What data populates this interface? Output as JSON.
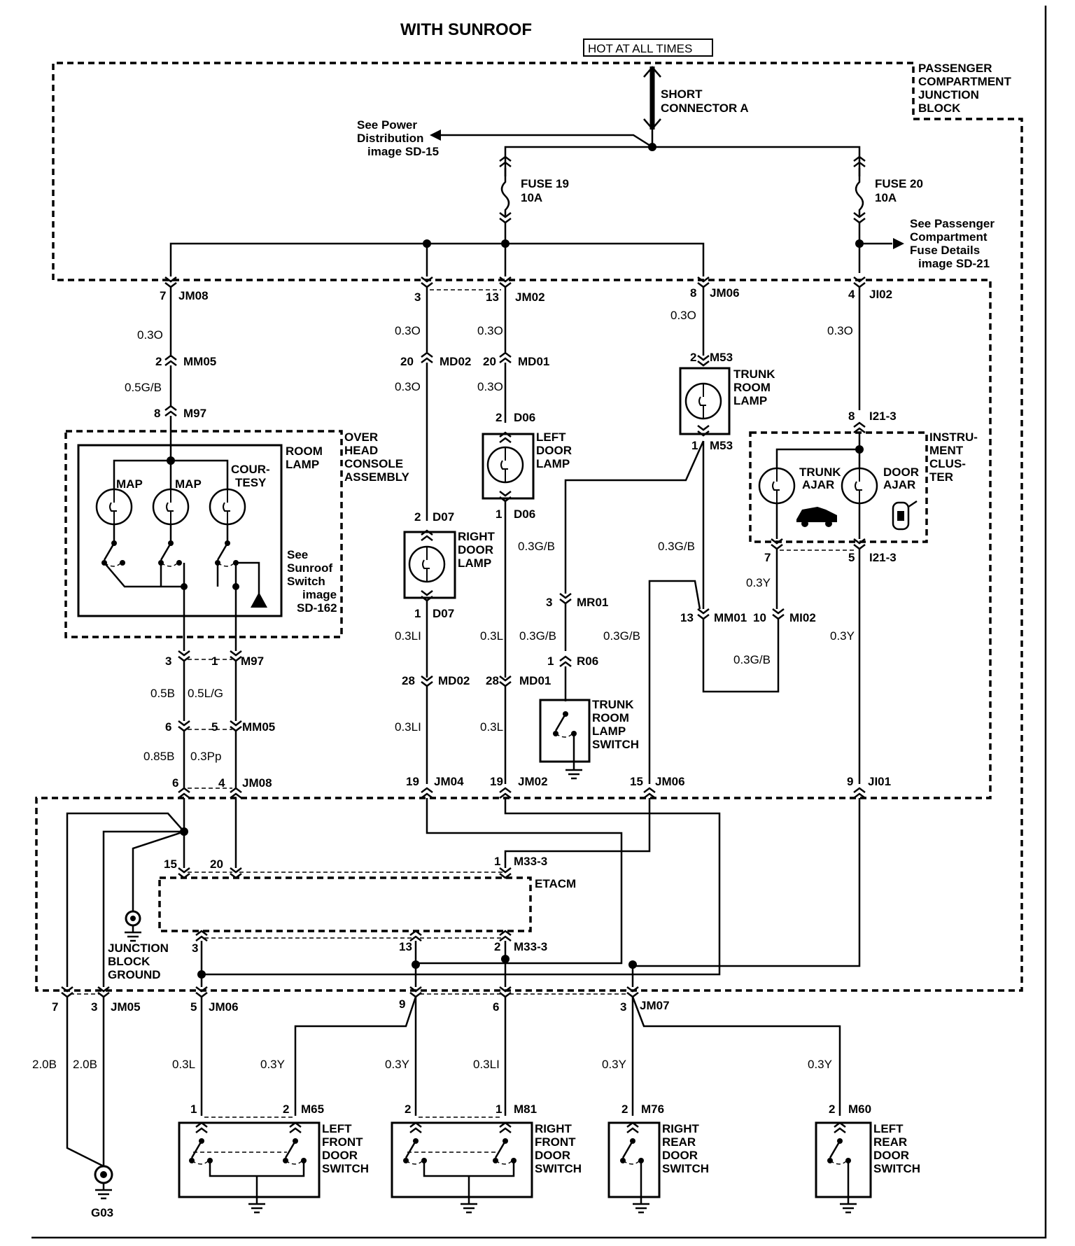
{
  "title": "WITH SUNROOF",
  "power_label": "HOT AT ALL TIMES",
  "junction_block": {
    "line1": "PASSENGER",
    "line2": "COMPARTMENT",
    "line3": "JUNCTION",
    "line4": "BLOCK"
  },
  "short_connector": {
    "line1": "SHORT",
    "line2": "CONNECTOR A"
  },
  "see_power": {
    "line1": "See Power",
    "line2": "Distribution",
    "line3": "image SD-15"
  },
  "fuse19": {
    "name": "FUSE 19",
    "rating": "10A"
  },
  "fuse20": {
    "name": "FUSE 20",
    "rating": "10A"
  },
  "see_fuse": {
    "line1": "See Passenger",
    "line2": "Compartment",
    "line3": "Fuse Details",
    "line4": "image SD-21"
  },
  "connectors": {
    "c1": {
      "pin": "7",
      "name": "JM08"
    },
    "c2": {
      "pin": "3",
      "name": ""
    },
    "c3": {
      "pin": "13",
      "name": "JM02"
    },
    "c4": {
      "pin": "8",
      "name": "JM06"
    },
    "c5": {
      "pin": "4",
      "name": "JI02"
    },
    "c6": {
      "pin": "2",
      "name": "MM05"
    },
    "c7": {
      "pin": "8",
      "name": "M97"
    },
    "c8": {
      "pin": "20",
      "name": "MD02"
    },
    "c9": {
      "pin": "20",
      "name": "MD01"
    },
    "c10": {
      "pin": "2",
      "name": "M53"
    },
    "c11": {
      "pin": "1",
      "name": "M53"
    },
    "c12": {
      "pin": "8",
      "name": "I21-3"
    },
    "c13": {
      "pin": "2",
      "name": "D06"
    },
    "c14": {
      "pin": "1",
      "name": "D06"
    },
    "c15": {
      "pin": "2",
      "name": "D07"
    },
    "c16": {
      "pin": "1",
      "name": "D07"
    },
    "c17": {
      "pin": "7",
      "name": ""
    },
    "c18": {
      "pin": "5",
      "name": "I21-3"
    },
    "c19": {
      "pin": "3",
      "name": "MR01"
    },
    "c20": {
      "pin": "13",
      "name": "MM01"
    },
    "c21": {
      "pin": "10",
      "name": "MI02"
    },
    "c22": {
      "pin": "1",
      "name": "R06"
    },
    "c23": {
      "pin": "3",
      "name": ""
    },
    "c24": {
      "pin": "1",
      "name": "M97"
    },
    "c25": {
      "pin": "28",
      "name": "MD02"
    },
    "c26": {
      "pin": "28",
      "name": "MD01"
    },
    "c27": {
      "pin": "6",
      "name": ""
    },
    "c28": {
      "pin": "5",
      "name": "MM05"
    },
    "c29": {
      "pin": "6",
      "name": ""
    },
    "c30": {
      "pin": "4",
      "name": "JM08"
    },
    "c31": {
      "pin": "19",
      "name": "JM04"
    },
    "c32": {
      "pin": "19",
      "name": "JM02"
    },
    "c33": {
      "pin": "15",
      "name": "JM06"
    },
    "c34": {
      "pin": "9",
      "name": "JI01"
    },
    "c35": {
      "pin": "15",
      "name": ""
    },
    "c36": {
      "pin": "20",
      "name": ""
    },
    "c37": {
      "pin": "1",
      "name": "M33-3"
    },
    "c38": {
      "pin": "3",
      "name": ""
    },
    "c39": {
      "pin": "13",
      "name": ""
    },
    "c40": {
      "pin": "2",
      "name": "M33-3"
    },
    "c41": {
      "pin": "7",
      "name": ""
    },
    "c42": {
      "pin": "3",
      "name": "JM05"
    },
    "c43": {
      "pin": "5",
      "name": "JM06"
    },
    "c44": {
      "pin": "9",
      "name": ""
    },
    "c45": {
      "pin": "6",
      "name": ""
    },
    "c46": {
      "pin": "3",
      "name": "JM07"
    },
    "c47": {
      "pin": "1",
      "name": ""
    },
    "c48": {
      "pin": "2",
      "name": "M65"
    },
    "c49": {
      "pin": "2",
      "name": ""
    },
    "c50": {
      "pin": "1",
      "name": "M81"
    },
    "c51": {
      "pin": "2",
      "name": "M76"
    },
    "c52": {
      "pin": "2",
      "name": "M60"
    }
  },
  "wires": {
    "w1": "0.3O",
    "w2": "0.3O",
    "w3": "0.3O",
    "w4": "0.3O",
    "w5": "0.3O",
    "w6": "0.5G/B",
    "w7": "0.3O",
    "w8": "0.3O",
    "w9": "0.3G/B",
    "w10": "0.3G/B",
    "w11": "0.3Y",
    "w12": "0.3LI",
    "w13": "0.3L",
    "w14": "0.3G/B",
    "w15": "0.3G/B",
    "w16": "0.3G/B",
    "w17": "0.3Y",
    "w18": "0.5B",
    "w19": "0.5L/G",
    "w20": "0.3LI",
    "w21": "0.3L",
    "w22": "0.85B",
    "w23": "0.3Pp",
    "w24": "2.0B",
    "w25": "2.0B",
    "w26": "0.3L",
    "w27": "0.3Y",
    "w28": "0.3Y",
    "w29": "0.3LI",
    "w30": "0.3Y",
    "w31": "0.3Y"
  },
  "room_lamp": {
    "title1": "ROOM",
    "title2": "LAMP",
    "map1": "MAP",
    "map2": "MAP",
    "courtesy1": "COUR-",
    "courtesy2": "TESY"
  },
  "overhead": {
    "line1": "OVER",
    "line2": "HEAD",
    "line3": "CONSOLE",
    "line4": "ASSEMBLY"
  },
  "see_sunroof": {
    "line1": "See",
    "line2": "Sunroof",
    "line3": "Switch",
    "line4": "image",
    "line5": "SD-162"
  },
  "right_door_lamp": {
    "line1": "RIGHT",
    "line2": "DOOR",
    "line3": "LAMP"
  },
  "left_door_lamp": {
    "line1": "LEFT",
    "line2": "DOOR",
    "line3": "LAMP"
  },
  "trunk_room_lamp": {
    "line1": "TRUNK",
    "line2": "ROOM",
    "line3": "LAMP"
  },
  "instrument": {
    "line1": "INSTRU-",
    "line2": "MENT",
    "line3": "CLUS-",
    "line4": "TER",
    "trunk1": "TRUNK",
    "trunk2": "AJAR",
    "door1": "DOOR",
    "door2": "AJAR"
  },
  "trunk_switch": {
    "line1": "TRUNK",
    "line2": "ROOM",
    "line3": "LAMP",
    "line4": "SWITCH"
  },
  "etacm": "ETACM",
  "jb_ground": {
    "line1": "JUNCTION",
    "line2": "BLOCK",
    "line3": "GROUND"
  },
  "g03": "G03",
  "lf_switch": {
    "line1": "LEFT",
    "line2": "FRONT",
    "line3": "DOOR",
    "line4": "SWITCH"
  },
  "rf_switch": {
    "line1": "RIGHT",
    "line2": "FRONT",
    "line3": "DOOR",
    "line4": "SWITCH"
  },
  "rr_switch": {
    "line1": "RIGHT",
    "line2": "REAR",
    "line3": "DOOR",
    "line4": "SWITCH"
  },
  "lr_switch": {
    "line1": "LEFT",
    "line2": "REAR",
    "line3": "DOOR",
    "line4": "SWITCH"
  }
}
